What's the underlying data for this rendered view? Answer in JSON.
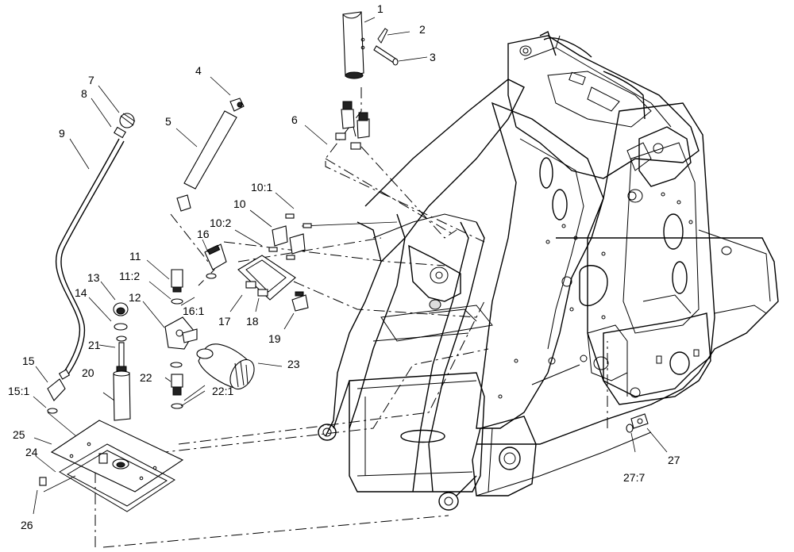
{
  "diagram": {
    "callouts": [
      {
        "id": "c1",
        "text": "1"
      },
      {
        "id": "c2",
        "text": "2"
      },
      {
        "id": "c3",
        "text": "3"
      },
      {
        "id": "c4",
        "text": "4"
      },
      {
        "id": "c5",
        "text": "5"
      },
      {
        "id": "c6",
        "text": "6"
      },
      {
        "id": "c7",
        "text": "7"
      },
      {
        "id": "c8",
        "text": "8"
      },
      {
        "id": "c9",
        "text": "9"
      },
      {
        "id": "c10_1",
        "text": "10:1"
      },
      {
        "id": "c10",
        "text": "10"
      },
      {
        "id": "c10_2",
        "text": "10:2"
      },
      {
        "id": "c11",
        "text": "11"
      },
      {
        "id": "c11_2",
        "text": "11:2"
      },
      {
        "id": "c12",
        "text": "12"
      },
      {
        "id": "c13",
        "text": "13"
      },
      {
        "id": "c14",
        "text": "14"
      },
      {
        "id": "c15",
        "text": "15"
      },
      {
        "id": "c15_1",
        "text": "15:1"
      },
      {
        "id": "c16",
        "text": "16"
      },
      {
        "id": "c16_1",
        "text": "16:1"
      },
      {
        "id": "c17",
        "text": "17"
      },
      {
        "id": "c18",
        "text": "18"
      },
      {
        "id": "c19",
        "text": "19"
      },
      {
        "id": "c20",
        "text": "20"
      },
      {
        "id": "c21",
        "text": "21"
      },
      {
        "id": "c22",
        "text": "22"
      },
      {
        "id": "c22_1",
        "text": "22:1"
      },
      {
        "id": "c23",
        "text": "23"
      },
      {
        "id": "c24",
        "text": "24"
      },
      {
        "id": "c25",
        "text": "25"
      },
      {
        "id": "c26",
        "text": "26"
      },
      {
        "id": "c27",
        "text": "27"
      },
      {
        "id": "c27_7",
        "text": "27:7"
      }
    ]
  }
}
